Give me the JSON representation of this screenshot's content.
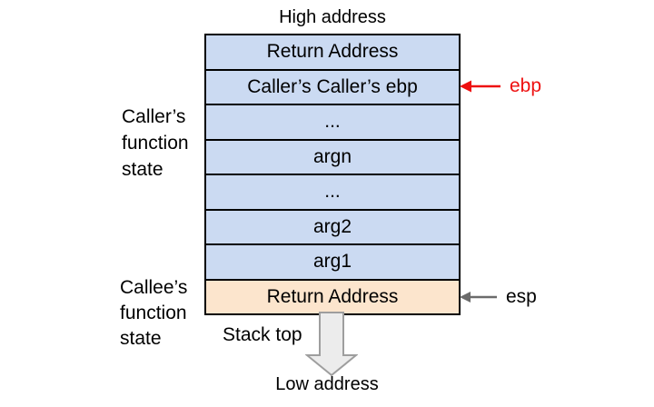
{
  "diagram": {
    "top_label": "High address",
    "bottom_label": "Low address",
    "stack_top_label": "Stack top",
    "caller_state_label": {
      "line1": "Caller’s",
      "line2": "function",
      "line3": "state"
    },
    "callee_state_label": {
      "line1": "Callee’s",
      "line2": "function",
      "line3": "state"
    },
    "stack_cells": [
      {
        "label": "Return Address"
      },
      {
        "label": "Caller’s Caller’s ebp"
      },
      {
        "label": "..."
      },
      {
        "label": "argn"
      },
      {
        "label": "..."
      },
      {
        "label": "arg2"
      },
      {
        "label": "arg1"
      },
      {
        "label": "Return Address"
      }
    ],
    "pointers": {
      "ebp_label": "ebp",
      "esp_label": "esp"
    },
    "colors": {
      "cell_blue": "#cbdaf2",
      "cell_orange": "#fce5cd",
      "border_black": "#000000",
      "ebp_red": "#ee1010",
      "esp_gray": "#6b6b6b",
      "esp_label_black": "#000000",
      "big_arrow_fill": "#ececec",
      "big_arrow_stroke": "#9e9e9e"
    }
  }
}
